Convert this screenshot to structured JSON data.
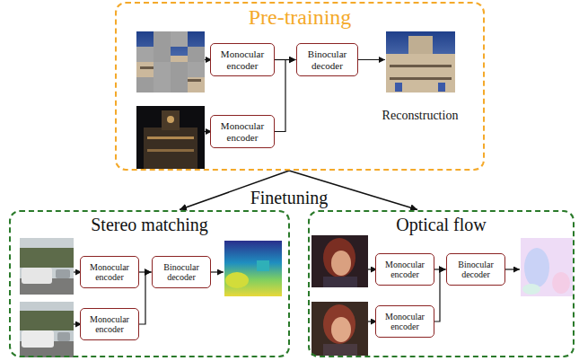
{
  "diagram": {
    "nodes": [
      {
        "text": [
          "Pre-training"
        ]
      },
      {
        "text": [
          "Monocular encoder"
        ],
        "in": 0
      },
      {
        "text": [
          "Monocular encoder"
        ],
        "in": 0
      },
      {
        "text": [
          "Binocular decoder"
        ],
        "in": 0
      },
      {
        "text": [
          "Stereo matching"
        ]
      },
      {
        "text": [
          "Monocular encoder"
        ],
        "in": 4
      },
      {
        "text": [
          "Monocular encoder"
        ],
        "in": 4
      },
      {
        "text": [
          "Binocular decoder"
        ],
        "in": 4
      },
      {
        "text": [
          "Optical flow"
        ]
      },
      {
        "text": [
          "Monocular encoder"
        ],
        "in": 8
      },
      {
        "text": [
          "Monocular encoder"
        ],
        "in": 8
      },
      {
        "text": [
          "Binocular decoder"
        ],
        "in": 8
      }
    ],
    "edges": [
      {
        "from": 1,
        "to": 3,
        "arrow": "to"
      },
      {
        "from": 2,
        "to": 3,
        "arrow": "to"
      },
      {
        "from": 5,
        "to": 7,
        "arrow": "to"
      },
      {
        "from": 6,
        "to": 7,
        "arrow": "to"
      },
      {
        "from": 9,
        "to": 11,
        "arrow": "to"
      },
      {
        "from": 10,
        "to": 11,
        "arrow": "to"
      },
      {
        "from": 0,
        "to": 4,
        "arrow": "to"
      },
      {
        "from": 0,
        "to": 8,
        "arrow": "to"
      }
    ],
    "labels": [
      "Reconstruction",
      "Finetuning"
    ]
  }
}
